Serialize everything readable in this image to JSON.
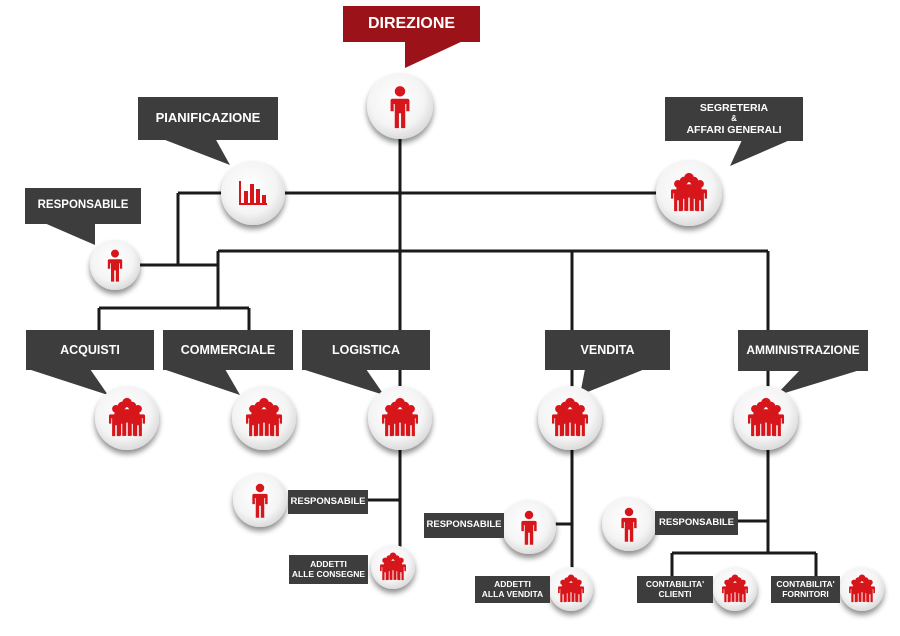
{
  "colors": {
    "box": "#3d3d3d",
    "accent": "#9b1318",
    "line": "#1a1a1a",
    "icon": "#d7191f"
  },
  "nodes": {
    "direzione": {
      "label": "DIREZIONE",
      "icon": "person-icon"
    },
    "pianificazione": {
      "label": "PIANIFICAZIONE",
      "icon": "bar-chart-icon"
    },
    "segreteria": {
      "line1": "SEGRETERIA",
      "line2": "&",
      "line3": "AFFARI GENERALI",
      "icon": "group-icon"
    },
    "responsabile_top": {
      "label": "RESPONSABILE",
      "icon": "person-icon"
    },
    "acquisti": {
      "label": "ACQUISTI",
      "icon": "group-icon"
    },
    "commerciale": {
      "label": "COMMERCIALE",
      "icon": "group-icon"
    },
    "logistica": {
      "label": "LOGISTICA",
      "icon": "group-icon"
    },
    "vendita": {
      "label": "VENDITA",
      "icon": "group-icon"
    },
    "amministrazione": {
      "label": "AMMINISTRAZIONE",
      "icon": "group-icon"
    },
    "log_responsabile": {
      "label": "RESPONSABILE",
      "icon": "person-icon"
    },
    "log_addetti": {
      "line1": "ADDETTI",
      "line2": "ALLE CONSEGNE",
      "icon": "group-icon"
    },
    "vend_responsabile": {
      "label": "RESPONSABILE",
      "icon": "person-icon"
    },
    "vend_addetti": {
      "line1": "ADDETTI",
      "line2": "ALLA VENDITA",
      "icon": "group-icon"
    },
    "amm_responsabile": {
      "label": "RESPONSABILE",
      "icon": "person-icon"
    },
    "amm_clienti": {
      "line1": "CONTABILITA'",
      "line2": "CLIENTI",
      "icon": "group-icon"
    },
    "amm_fornitori": {
      "line1": "CONTABILITA'",
      "line2": "FORNITORI",
      "icon": "group-icon"
    }
  }
}
